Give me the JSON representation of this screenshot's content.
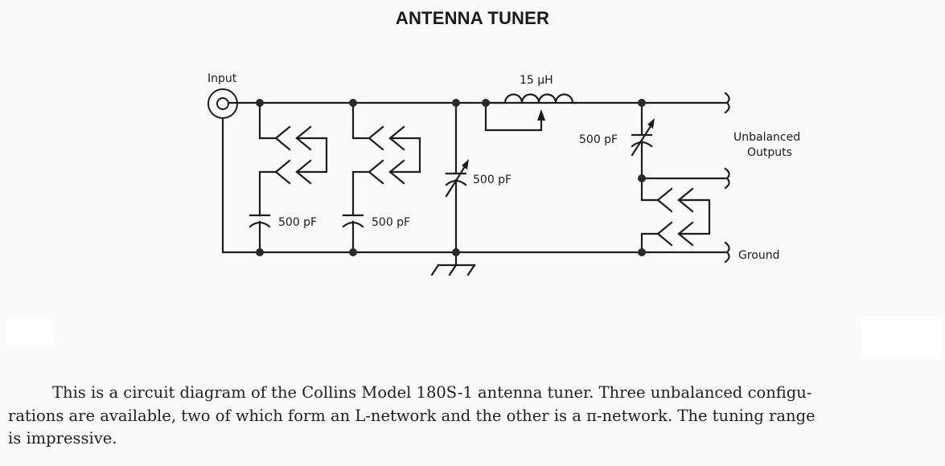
{
  "title": "ANTENNA TUNER",
  "labels": {
    "input": "Input",
    "inductor": "15 μH",
    "cap_fixed_1": "500 pF",
    "cap_fixed_2": "500 pF",
    "cap_variable_shunt": "500 pF",
    "cap_variable_series": "500 pF",
    "outputs_line1": "Unbalanced",
    "outputs_line2": "Outputs",
    "ground": "Ground"
  },
  "components": [
    {
      "type": "coax-connector",
      "name": "Input"
    },
    {
      "type": "switch",
      "name": "switch-1"
    },
    {
      "type": "fixed-capacitor",
      "value": "500 pF"
    },
    {
      "type": "switch",
      "name": "switch-2"
    },
    {
      "type": "fixed-capacitor",
      "value": "500 pF"
    },
    {
      "type": "variable-capacitor",
      "value": "500 pF"
    },
    {
      "type": "tapped-inductor",
      "value": "15 μH"
    },
    {
      "type": "variable-capacitor",
      "value": "500 pF"
    },
    {
      "type": "switch",
      "name": "switch-3"
    },
    {
      "type": "ground-symbol"
    }
  ],
  "caption": "This is a circuit diagram of the Collins Model 180S-1 antenna tuner. Three unbalanced configurations are available, two of which form an L-network and the other is a π-network. The tuning range is impressive.",
  "caption_lines": [
    "This is a circuit diagram of the Collins Model 180S-1 antenna tuner. Three unbalanced configu-",
    "rations are available, two of which form an L-network and the other is a π-network. The tuning range",
    "is impressive."
  ]
}
